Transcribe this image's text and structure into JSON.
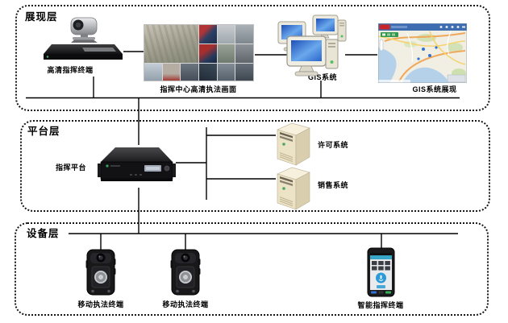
{
  "layers": {
    "presentation": {
      "label": "展现层",
      "hd_terminal": "高清指挥终端",
      "video_wall": "指挥中心高清执法画面",
      "gis_system": "GIS系统",
      "gis_display": "GIS系统展现"
    },
    "platform": {
      "label": "平台层",
      "command_platform": "指挥平台",
      "license_system": "许可系统",
      "sales_system": "销售系统"
    },
    "device": {
      "label": "设备层",
      "mobile_terminal_1": "移动执法终端",
      "mobile_terminal_2": "移动执法终端",
      "smart_terminal": "智能指挥终端"
    }
  },
  "icons": {
    "hd_terminal": "ptz-camera-codec-icon",
    "video_wall": "surveillance-mosaic-image",
    "gis_system": "desktop-computers-icon",
    "gis_display": "web-map-image",
    "command_platform": "rack-server-icon",
    "license_system": "tower-server-icon",
    "sales_system": "tower-server-icon",
    "mobile_terminal": "body-camera-icon",
    "smart_terminal": "smartphone-icon"
  },
  "colors": {
    "background": "#ffffff",
    "connector_line": "#000000",
    "dashed_border": "#161616",
    "label_text": "#000000",
    "map_header_blue": "#3e6cb0",
    "map_logo_red": "#c8242a",
    "map_sea": "#b5d1ea",
    "map_land": "#f1eee4",
    "map_road_orange": "#f0a85a",
    "map_road_yellow": "#f5d470",
    "screen_blue": "#2a62c8",
    "server_beige": "#ece3c7",
    "rack_black": "#121214",
    "phone_accent_blue": "#2a9ad8",
    "led_green": "#37a060"
  },
  "video_wall": {
    "tiles": [
      {
        "col": "1 / span 3",
        "row": "1 / span 2",
        "bg": "repeating-linear-gradient(75deg, rgba(110,105,90,0.22) 0 3px, rgba(0,0,0,0) 3px 7px), linear-gradient(165deg,#c6c3b4,#a09e8e 55%,#828876)"
      },
      {
        "col": "4",
        "row": "1",
        "bg": "linear-gradient(135deg,#b23434 0%,#b23434 30%,#2c4066 55%,#1d2c48 100%)"
      },
      {
        "col": "5",
        "row": "1",
        "bg": "linear-gradient(180deg,#c8ccd0,#9fa8ae)"
      },
      {
        "col": "6",
        "row": "1",
        "bg": "linear-gradient(180deg,#aab2b8,#7e878e)"
      },
      {
        "col": "4",
        "row": "2",
        "bg": "linear-gradient(145deg,#a82e2e 0%,#a82e2e 35%,#243a5c 70%,#16243c 100%)"
      },
      {
        "col": "5",
        "row": "2",
        "bg": "linear-gradient(180deg,#9aa296,#6f7a70)"
      },
      {
        "col": "6",
        "row": "2",
        "bg": "linear-gradient(180deg,#8d9298,#5f666c)"
      },
      {
        "col": "1",
        "row": "3",
        "bg": "linear-gradient(180deg,#c3cdd6,#93a0ab)"
      },
      {
        "col": "2",
        "row": "3",
        "bg": "linear-gradient(180deg,#b5aca2 60%,#a33b34)"
      },
      {
        "col": "3",
        "row": "3",
        "bg": "linear-gradient(180deg,#6d7680,#454e58)"
      },
      {
        "col": "4",
        "row": "3",
        "bg": "linear-gradient(200deg,#3c4a58,#222c38)"
      },
      {
        "col": "5",
        "row": "3",
        "bg": "linear-gradient(180deg,#828c96,#57616b)"
      },
      {
        "col": "6",
        "row": "3",
        "bg": "linear-gradient(180deg,#67707a,#3e4750)"
      }
    ]
  }
}
